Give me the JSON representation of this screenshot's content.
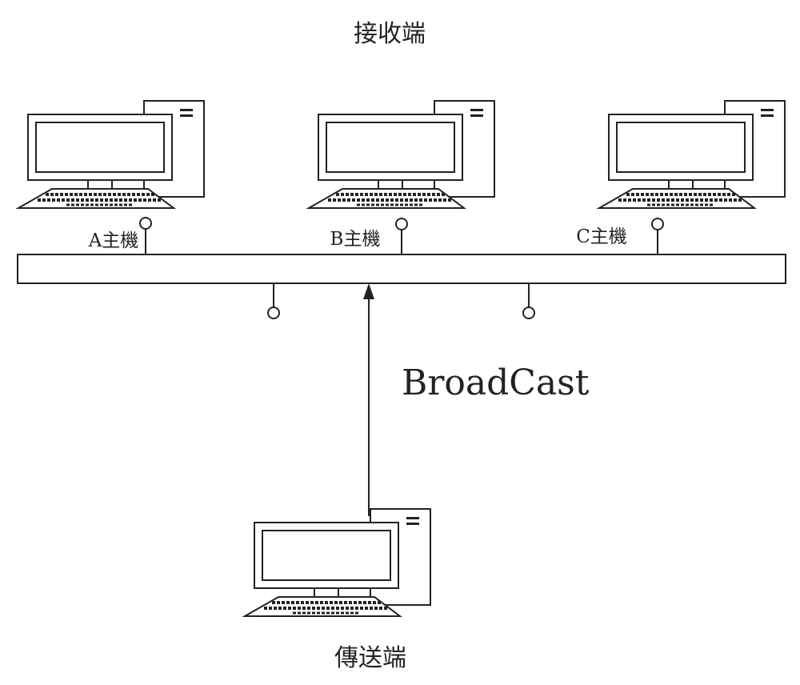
{
  "labels": {
    "receiver": "接收端",
    "sender": "傳送端",
    "broadcast": "BroadCast"
  },
  "hosts": [
    {
      "label": "A主機"
    },
    {
      "label": "B主機"
    },
    {
      "label": "C主機"
    }
  ],
  "colors": {
    "stroke": "#222222",
    "background": "#ffffff"
  },
  "icons": {
    "computer": "desktop-computer-icon",
    "connector": "connector-node-icon",
    "arrow": "arrow-up-icon"
  }
}
